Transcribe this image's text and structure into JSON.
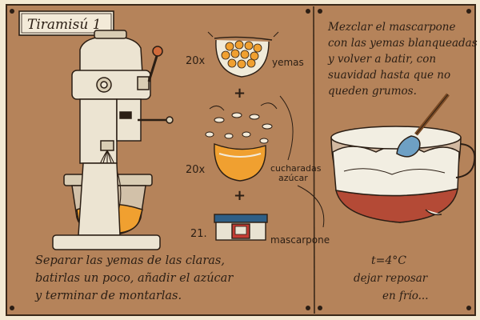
{
  "title": "Tiramisú 1",
  "step1": {
    "qty_eggs": "20x",
    "label_eggs": "yemas",
    "qty_sugar": "20x",
    "label_sugar_1": "cucharadas",
    "label_sugar_2": "azúcar",
    "qty_mascarpone": "21.",
    "label_mascarpone": "mascarpone",
    "plus_1": "+",
    "plus_2": "+"
  },
  "instructions_left": [
    "Separar las yemas de las claras,",
    "batirlas un poco, añadir el azúcar",
    "y terminar de montarlas."
  ],
  "instructions_right": [
    "Mezclar el mascarpone",
    "con las yemas blanqueadas",
    "y volver a batir, con",
    "suavidad hasta que no",
    "queden grumos."
  ],
  "chill_note": {
    "temp": "t=4°C",
    "line1": "dejar reposar",
    "line2": "en frío..."
  },
  "colors": {
    "paper": "#b5835a",
    "ink": "#2b1e14",
    "yolk": "#f0a030",
    "mixer": "#ece4d2",
    "blue": "#2f5f86",
    "red": "#c43c34"
  }
}
